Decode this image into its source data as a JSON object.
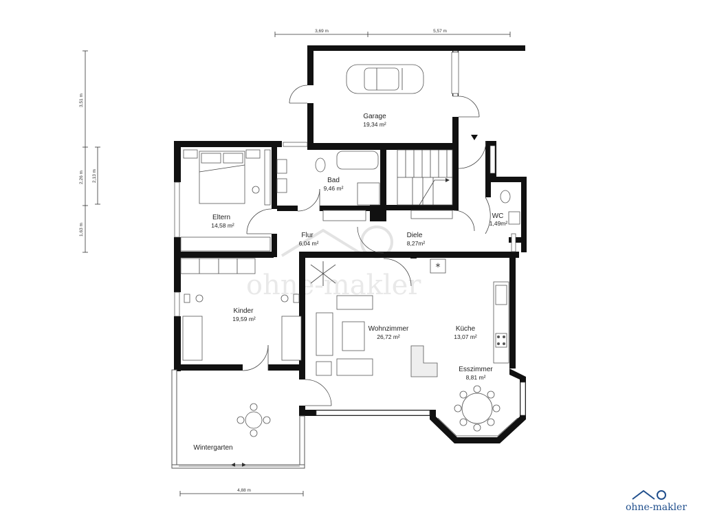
{
  "rooms": {
    "garage": {
      "name": "Garage",
      "area": "19,34 m²"
    },
    "bad": {
      "name": "Bad",
      "area": "9,46 m²"
    },
    "eltern": {
      "name": "Eltern",
      "area": "14,58 m²"
    },
    "flur": {
      "name": "Flur",
      "area": "6,04 m²"
    },
    "diele": {
      "name": "Diele",
      "area": "8,27m²"
    },
    "wc": {
      "name": "WC",
      "area": "1,49m²"
    },
    "kinder": {
      "name": "Kinder",
      "area": "19,59 m²"
    },
    "wohnzimmer": {
      "name": "Wohnzimmer",
      "area": "26,72 m²"
    },
    "kueche": {
      "name": "Küche",
      "area": "13,07 m²"
    },
    "esszimmer": {
      "name": "Esszimmer",
      "area": "8,81 m²"
    },
    "wintergarten": {
      "name": "Wintergarten",
      "area": ""
    }
  },
  "dimensions": {
    "top_left": "3,69 m",
    "top_right": "5,57 m",
    "left_1": "3,51 m",
    "left_2": "2,26 m",
    "left_2b": "2,13 m",
    "left_3": "1,63 m",
    "bottom": "4,88 m"
  },
  "watermark": "ohne-makler",
  "logo": "ohne-makler",
  "colors": {
    "wall": "#111111",
    "logo": "#1f4e8c",
    "watermark": "#d8d8d8"
  }
}
